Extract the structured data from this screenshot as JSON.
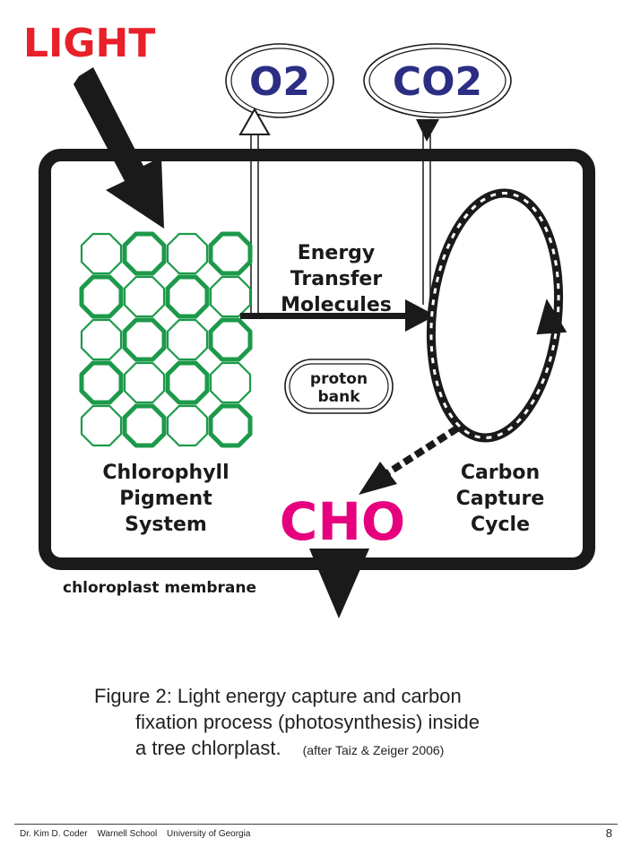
{
  "labels": {
    "light": "LIGHT",
    "o2": "O2",
    "co2": "CO2",
    "energy": [
      "Energy",
      "Transfer",
      "Molecules"
    ],
    "proton": [
      "proton",
      "bank"
    ],
    "chlorophyll": [
      "Chlorophyll",
      "Pigment",
      "System"
    ],
    "carbon": [
      "Carbon",
      "Capture",
      "Cycle"
    ],
    "cho": "CHO",
    "membrane": "chloroplast membrane"
  },
  "caption": {
    "line1": "Figure 2:  Light energy capture and carbon",
    "line2": "fixation process (photosynthesis) inside",
    "line3": "a tree chlorplast.",
    "credit": "(after Taiz & Zeiger  2006)"
  },
  "footer": {
    "author": "Dr. Kim D. Coder",
    "school": "Warnell School",
    "university": "University of Georgia",
    "page": "8"
  },
  "colors": {
    "light": "#e8202a",
    "gas": "#2b2e83",
    "cho": "#e6007e",
    "chlorophyll": "#1c9a4a",
    "ink": "#1a1a1a"
  }
}
